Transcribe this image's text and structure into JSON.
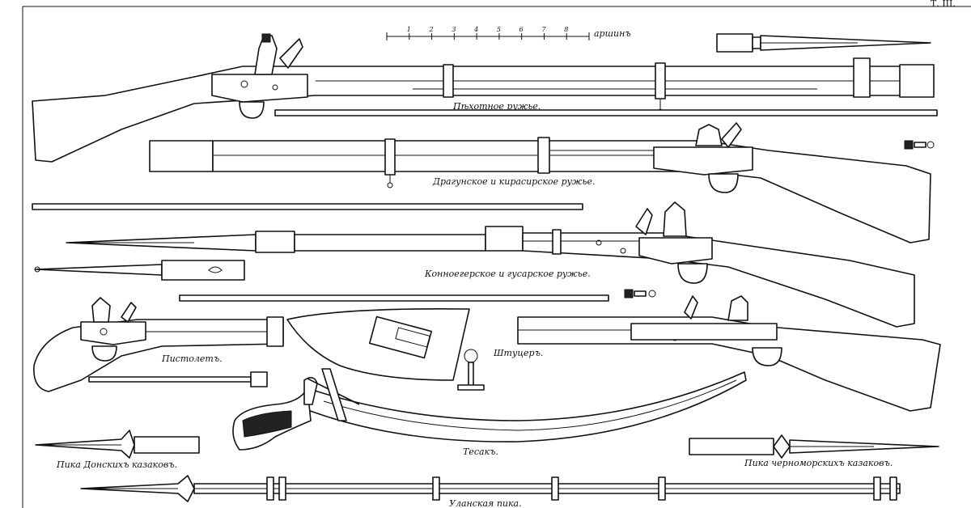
{
  "plate": {
    "number": "Т. III."
  },
  "scale": {
    "ticks": [
      "1",
      "2",
      "3",
      "4",
      "5",
      "6",
      "7",
      "8"
    ],
    "unit": "аршинъ"
  },
  "labels": {
    "infantry_musket": "Пѣхотное ружье.",
    "dragoon_musket": "Драгунское и кирасирское ружье.",
    "cavalry_musket": "Конноегерское и гусарское ружье.",
    "pistol": "Пистолетъ.",
    "rifle": "Штуцеръ.",
    "saber": "Тесакъ.",
    "don_pike_head": "Пика Донскихъ казаковъ.",
    "blackhost_pike_head": "Пика черноморскихъ казаковъ.",
    "uhlan_pike": "Уланская пика."
  }
}
